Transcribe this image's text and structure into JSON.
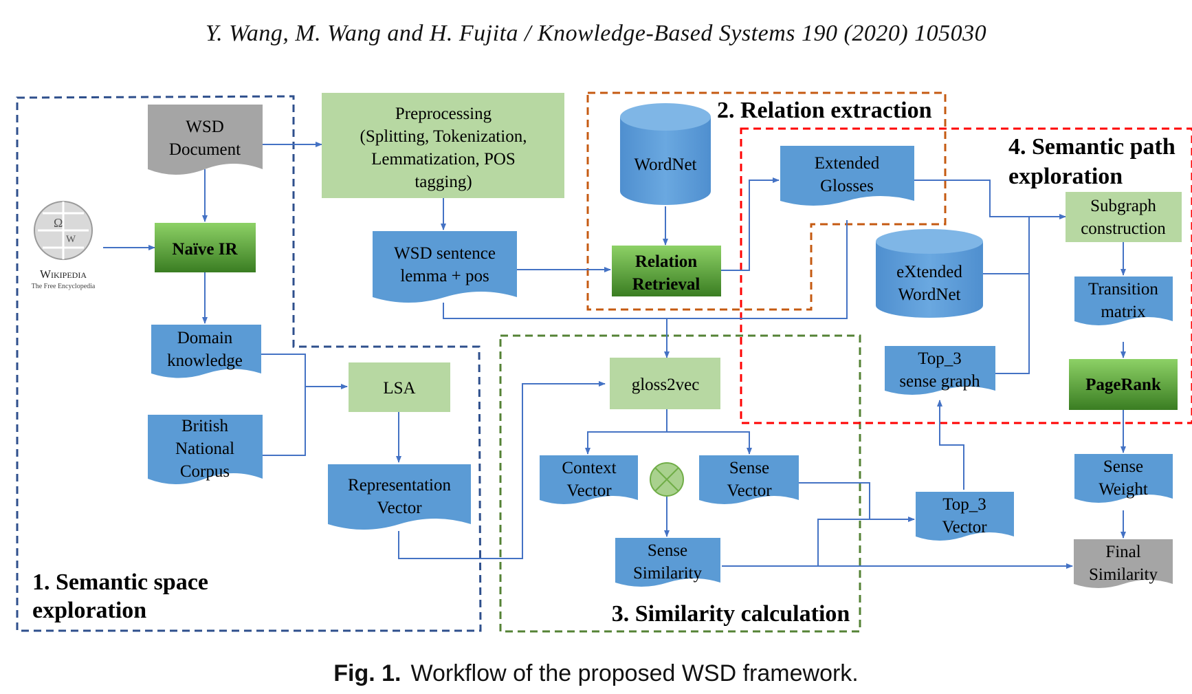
{
  "header": "Y. Wang, M. Wang and H. Fujita / Knowledge-Based Systems 190 (2020) 105030",
  "caption": {
    "label": "Fig. 1.",
    "text": "Workflow of the proposed WSD framework."
  },
  "colors": {
    "doc_blue": "#5b9bd5",
    "doc_gray": "#a5a5a5",
    "light_green": "#b7d8a2",
    "dark_green_top": "#8dd166",
    "dark_green_bottom": "#3a7d22",
    "region1": "#2e4f8c",
    "region2": "#c55a11",
    "region3": "#548235",
    "region4": "#ff0000",
    "arrow": "#4472c4"
  },
  "regions": {
    "semantic_space": [
      "1. Semantic space",
      "exploration"
    ],
    "relation_extraction": "2. Relation extraction",
    "similarity_calculation": "3. Similarity calculation",
    "semantic_path": [
      "4. Semantic path",
      "exploration"
    ]
  },
  "nodes": {
    "wsd_document": [
      "WSD",
      "Document"
    ],
    "wikipedia_logo": [
      "Wikipedia",
      "The Free Encyclopedia"
    ],
    "naive_ir": "Naïve  IR",
    "domain_knowledge": [
      "Domain",
      "knowledge"
    ],
    "bnc": [
      "British",
      "National",
      "Corpus"
    ],
    "preprocessing": [
      "Preprocessing",
      "(Splitting,  Tokenization,",
      "Lemmatization,  POS",
      "tagging)"
    ],
    "wsd_sentence": [
      "WSD  sentence",
      "lemma  +  pos"
    ],
    "lsa": "LSA",
    "representation_vector": [
      "Representation",
      "Vector"
    ],
    "wordnet": "WordNet",
    "relation_retrieval": [
      "Relation",
      "Retrieval"
    ],
    "extended_glosses": [
      "Extended",
      "Glosses"
    ],
    "extended_wordnet": [
      "eXtended",
      "WordNet"
    ],
    "gloss2vec": "gloss2vec",
    "context_vector": [
      "Context",
      "Vector"
    ],
    "sense_vector": [
      "Sense",
      "Vector"
    ],
    "sense_similarity": [
      "Sense",
      "Similarity"
    ],
    "top3_sense_graph": [
      "Top_3",
      "sense graph"
    ],
    "top3_vector": [
      "Top_3",
      "Vector"
    ],
    "subgraph_construction": [
      "Subgraph",
      "construction"
    ],
    "transition_matrix": [
      "Transition",
      "matrix"
    ],
    "pagerank": "PageRank",
    "sense_weight": [
      "Sense",
      "Weight"
    ],
    "final_similarity": [
      "Final",
      "Similarity"
    ]
  }
}
